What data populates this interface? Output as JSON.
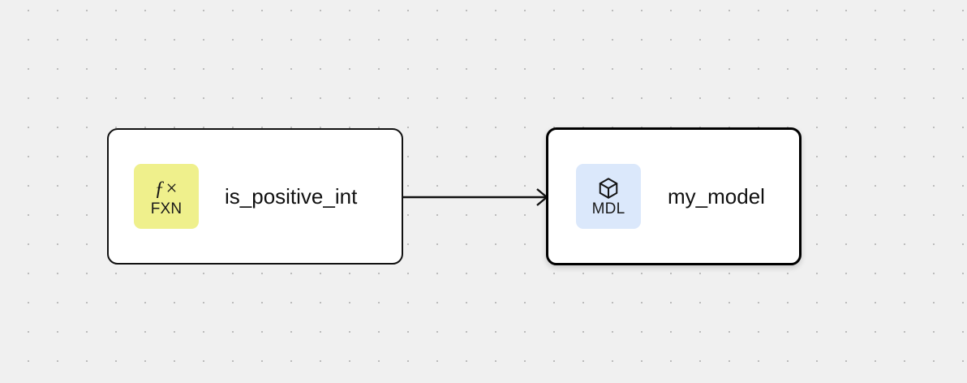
{
  "canvas": {
    "background_color": "#f0f0f0",
    "dot_color": "#b8b8b8",
    "grid_spacing": 36
  },
  "graph": {
    "nodes": [
      {
        "id": "is_positive_int",
        "title": "is_positive_int",
        "badge_code": "FXN",
        "badge_glyph": "ƒ×",
        "badge_icon": "fx-icon",
        "badge_color": "#eff08c",
        "selected": false
      },
      {
        "id": "my_model",
        "title": "my_model",
        "badge_code": "MDL",
        "badge_glyph": "",
        "badge_icon": "cube-icon",
        "badge_color": "#dbe8fb",
        "selected": true
      }
    ],
    "edges": [
      {
        "id": "edge-fxn-to-mdl",
        "source": "is_positive_int",
        "target": "my_model",
        "color": "#111111",
        "arrowhead": "open-chevron"
      }
    ]
  }
}
